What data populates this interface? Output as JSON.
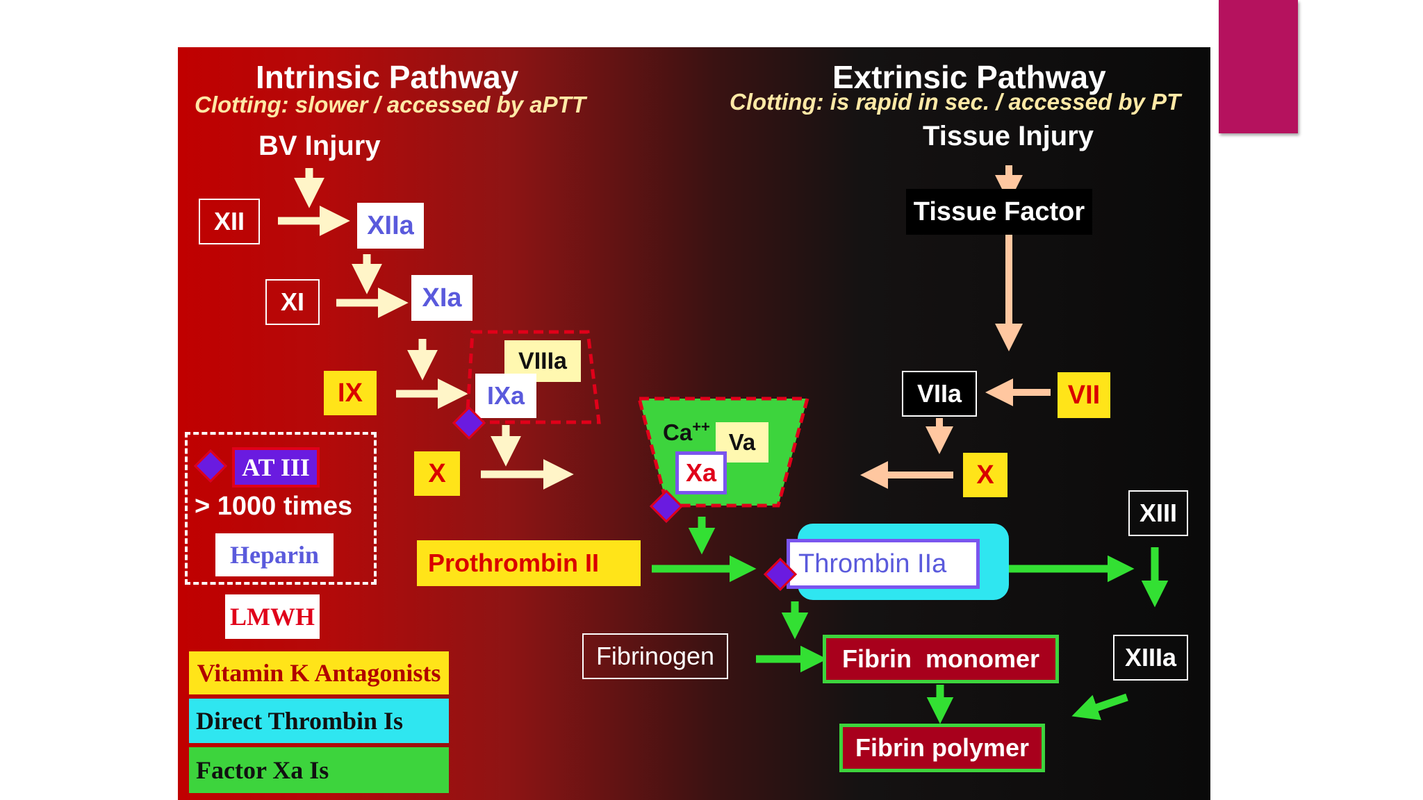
{
  "intrinsic": {
    "title": "Intrinsic Pathway",
    "subtitle": "Clotting: slower / accessed by aPTT",
    "start": "BV  Injury"
  },
  "extrinsic": {
    "title": "Extrinsic Pathway",
    "subtitle": "Clotting: is rapid in sec. / accessed by PT",
    "start": "Tissue Injury",
    "tissue_factor": "Tissue Factor"
  },
  "factors": {
    "xii": "XII",
    "xiia": "XIIa",
    "xi": "XI",
    "xia": "XIa",
    "ix": "IX",
    "ixa": "IXa",
    "viiia": "VIIIa",
    "x_left": "X",
    "x_right": "X",
    "ca": "Ca",
    "ca_sup": "++",
    "va": "Va",
    "xa": "Xa",
    "viia": "VIIa",
    "vii": "VII",
    "xiii": "XIII",
    "xiiia": "XIIIa",
    "prothrombin": "Prothrombin II",
    "thrombin": "Thrombin IIa",
    "fibrinogen": "Fibrinogen",
    "fibrin_monomer": "Fibrin  monomer",
    "fibrin_polymer": "Fibrin polymer"
  },
  "legend": {
    "at3": "AT III",
    "potency": "> 1000 times",
    "heparin": "Heparin",
    "lmwh": "LMWH",
    "vka": "Vitamin K Antagonists",
    "dti": "Direct Thrombin Is",
    "fxa": "Factor Xa Is"
  },
  "colors": {
    "accent": "#b5125e",
    "intrinsic_arrow": "#fff5c8",
    "extrinsic_arrow": "#ffc7a0",
    "common_arrow": "#33e033",
    "yellow": "#ffe419",
    "cyan": "#2fe6f0",
    "green": "#3dd43d",
    "diamond": "#6a1be0"
  }
}
